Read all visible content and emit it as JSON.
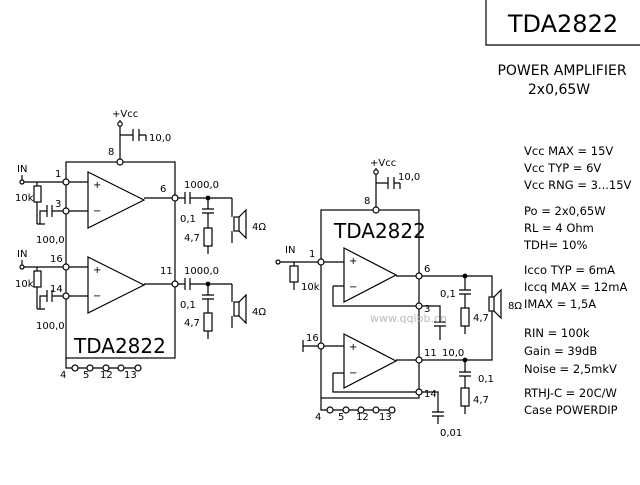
{
  "title": {
    "part": "TDA2822",
    "subtitle_line1": "POWER AMPLIFIER",
    "subtitle_line2": "2x0,65W"
  },
  "specs": [
    "Vcc MAX = 15V",
    "Vcc TYP = 6V",
    "Vcc RNG = 3...15V",
    "Po = 2x0,65W",
    "RL = 4 Ohm",
    "TDH= 10%",
    "Icco TYP = 6mA",
    "Iccq MAX = 12mA",
    "IMAX = 1,5A",
    "RIN = 100k",
    "Gain = 39dB",
    "Noise = 2,5mkV",
    "RTHJ-C = 20C/W",
    "Case POWERDIP"
  ],
  "left_circuit": {
    "chip": "TDA2822",
    "vcc": "+Vcc",
    "supply_cap": "10,0",
    "input_label": "IN",
    "input_resistor": "10k",
    "input_cap": "100,0",
    "output_cap": "1000,0",
    "zobel_cap": "0,1",
    "zobel_resistor": "4,7",
    "speaker": "4Ω",
    "pins": {
      "vcc": "8",
      "in1": "1",
      "fb1": "3",
      "out1": "6",
      "in2": "16",
      "fb2": "14",
      "out2": "11",
      "gnd4": "4",
      "gnd5": "5",
      "gnd12": "12",
      "gnd13": "13"
    }
  },
  "right_circuit": {
    "chip": "TDA2822",
    "vcc": "+Vcc",
    "supply_cap": "10,0",
    "input_label": "IN",
    "input_resistor": "10k",
    "bridge_cap": "10,0",
    "bootstrap_cap": "0,01",
    "zobel_cap": "0,1",
    "zobel_resistor": "4,7",
    "speaker": "8Ω",
    "pins": {
      "vcc": "8",
      "in1": "1",
      "fb1": "3",
      "out1": "6",
      "in2": "16",
      "fb2": "14",
      "out2": "11",
      "gnd4": "4",
      "gnd5": "5",
      "gnd12": "12",
      "gnd13": "13"
    }
  },
  "watermark": "www.qqibb.cn"
}
